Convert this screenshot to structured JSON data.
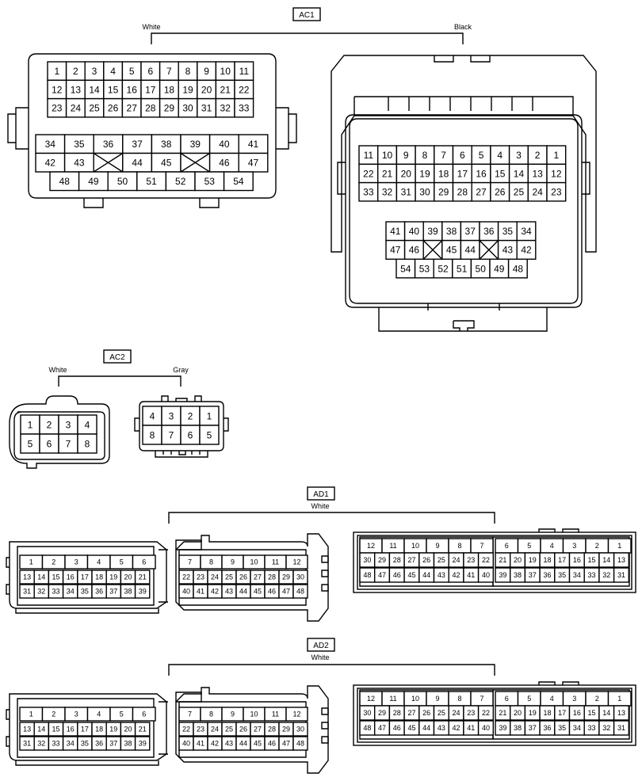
{
  "connectors": {
    "ac1": {
      "label": "AC1",
      "left_color": "White",
      "right_color": "Black",
      "white_rows": [
        [
          "1",
          "2",
          "3",
          "4",
          "5",
          "6",
          "7",
          "8",
          "9",
          "10",
          "11"
        ],
        [
          "12",
          "13",
          "14",
          "15",
          "16",
          "17",
          "18",
          "19",
          "20",
          "21",
          "22"
        ],
        [
          "23",
          "24",
          "25",
          "26",
          "27",
          "28",
          "29",
          "30",
          "31",
          "32",
          "33"
        ],
        [
          "34",
          "35",
          "36",
          "37",
          "38",
          "39",
          "40",
          "41"
        ],
        [
          "42",
          "43",
          "",
          "44",
          "45",
          "",
          "46",
          "47"
        ],
        [
          "48",
          "49",
          "50",
          "51",
          "52",
          "53",
          "54"
        ]
      ],
      "black_rows": [
        [
          "11",
          "10",
          "9",
          "8",
          "7",
          "6",
          "5",
          "4",
          "3",
          "2",
          "1"
        ],
        [
          "22",
          "21",
          "20",
          "19",
          "18",
          "17",
          "16",
          "15",
          "14",
          "13",
          "12"
        ],
        [
          "33",
          "32",
          "31",
          "30",
          "29",
          "28",
          "27",
          "26",
          "25",
          "24",
          "23"
        ],
        [
          "41",
          "40",
          "39",
          "38",
          "37",
          "36",
          "35",
          "34"
        ],
        [
          "47",
          "46",
          "",
          "45",
          "44",
          "",
          "43",
          "42"
        ],
        [
          "54",
          "53",
          "52",
          "51",
          "50",
          "49",
          "48"
        ]
      ]
    },
    "ac2": {
      "label": "AC2",
      "left_color": "White",
      "right_color": "Gray",
      "white_rows": [
        [
          "1",
          "2",
          "3",
          "4"
        ],
        [
          "5",
          "6",
          "7",
          "8"
        ]
      ],
      "gray_rows": [
        [
          "4",
          "3",
          "2",
          "1"
        ],
        [
          "8",
          "7",
          "6",
          "5"
        ]
      ]
    },
    "ad1": {
      "label": "AD1",
      "color": "White",
      "male_left_rows": [
        [
          "1",
          "2",
          "3",
          "4",
          "5",
          "6"
        ],
        [
          "13",
          "14",
          "15",
          "16",
          "17",
          "18",
          "19",
          "20",
          "21"
        ],
        [
          "31",
          "32",
          "33",
          "34",
          "35",
          "36",
          "37",
          "38",
          "39"
        ]
      ],
      "male_right_rows": [
        [
          "7",
          "8",
          "9",
          "10",
          "11",
          "12"
        ],
        [
          "22",
          "23",
          "24",
          "25",
          "26",
          "27",
          "28",
          "29",
          "30"
        ],
        [
          "40",
          "41",
          "42",
          "43",
          "44",
          "45",
          "46",
          "47",
          "48"
        ]
      ],
      "female_left_rows": [
        [
          "12",
          "11",
          "10",
          "9",
          "8",
          "7"
        ],
        [
          "30",
          "29",
          "28",
          "27",
          "26",
          "25",
          "24",
          "23",
          "22"
        ],
        [
          "48",
          "47",
          "46",
          "45",
          "44",
          "43",
          "42",
          "41",
          "40"
        ]
      ],
      "female_right_rows": [
        [
          "6",
          "5",
          "4",
          "3",
          "2",
          "1"
        ],
        [
          "21",
          "20",
          "19",
          "18",
          "17",
          "16",
          "15",
          "14",
          "13"
        ],
        [
          "39",
          "38",
          "37",
          "36",
          "35",
          "34",
          "33",
          "32",
          "31"
        ]
      ]
    },
    "ad2": {
      "label": "AD2",
      "color": "White",
      "male_left_rows": [
        [
          "1",
          "2",
          "3",
          "4",
          "5",
          "6"
        ],
        [
          "13",
          "14",
          "15",
          "16",
          "17",
          "18",
          "19",
          "20",
          "21"
        ],
        [
          "31",
          "32",
          "33",
          "34",
          "35",
          "36",
          "37",
          "38",
          "39"
        ]
      ],
      "male_right_rows": [
        [
          "7",
          "8",
          "9",
          "10",
          "11",
          "12"
        ],
        [
          "22",
          "23",
          "24",
          "25",
          "26",
          "27",
          "28",
          "29",
          "30"
        ],
        [
          "40",
          "41",
          "42",
          "43",
          "44",
          "45",
          "46",
          "47",
          "48"
        ]
      ],
      "female_left_rows": [
        [
          "12",
          "11",
          "10",
          "9",
          "8",
          "7"
        ],
        [
          "30",
          "29",
          "28",
          "27",
          "26",
          "25",
          "24",
          "23",
          "22"
        ],
        [
          "48",
          "47",
          "46",
          "45",
          "44",
          "43",
          "42",
          "41",
          "40"
        ]
      ],
      "female_right_rows": [
        [
          "6",
          "5",
          "4",
          "3",
          "2",
          "1"
        ],
        [
          "21",
          "20",
          "19",
          "18",
          "17",
          "16",
          "15",
          "14",
          "13"
        ],
        [
          "39",
          "38",
          "37",
          "36",
          "35",
          "34",
          "33",
          "32",
          "31"
        ]
      ]
    }
  }
}
